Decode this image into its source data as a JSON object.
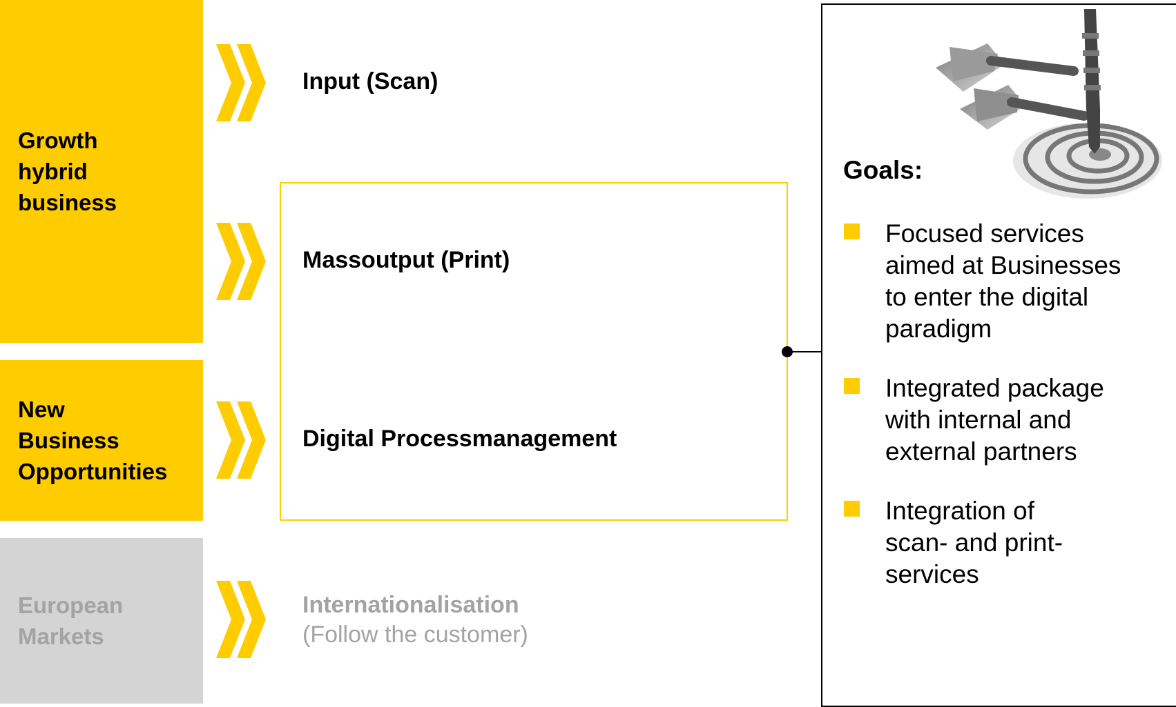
{
  "colors": {
    "yellow": "#ffcc00",
    "gray_block": "#d4d4d4",
    "gray_text": "#a3a3a3"
  },
  "categories": [
    {
      "lines": [
        "Growth",
        "hybrid",
        "business"
      ]
    },
    {
      "lines": [
        "New",
        "Business",
        "Opportunities"
      ]
    },
    {
      "lines": [
        "European",
        "Markets"
      ]
    }
  ],
  "items": [
    {
      "label": "Input (Scan)"
    },
    {
      "label": "Massoutput (Print)"
    },
    {
      "label": "Digital Processmanagement"
    },
    {
      "label": "Internationalisation",
      "sub": "(Follow the customer)"
    }
  ],
  "goals": {
    "title": "Goals:",
    "image_icon": "darts-target-icon",
    "bullets": [
      {
        "lines": [
          "Focused services",
          "aimed at Businesses",
          "to enter the digital",
          "paradigm"
        ]
      },
      {
        "lines": [
          "Integrated package",
          "with internal and",
          "external partners"
        ]
      },
      {
        "lines": [
          "Integration of",
          "scan- and print-",
          "services"
        ]
      }
    ]
  }
}
